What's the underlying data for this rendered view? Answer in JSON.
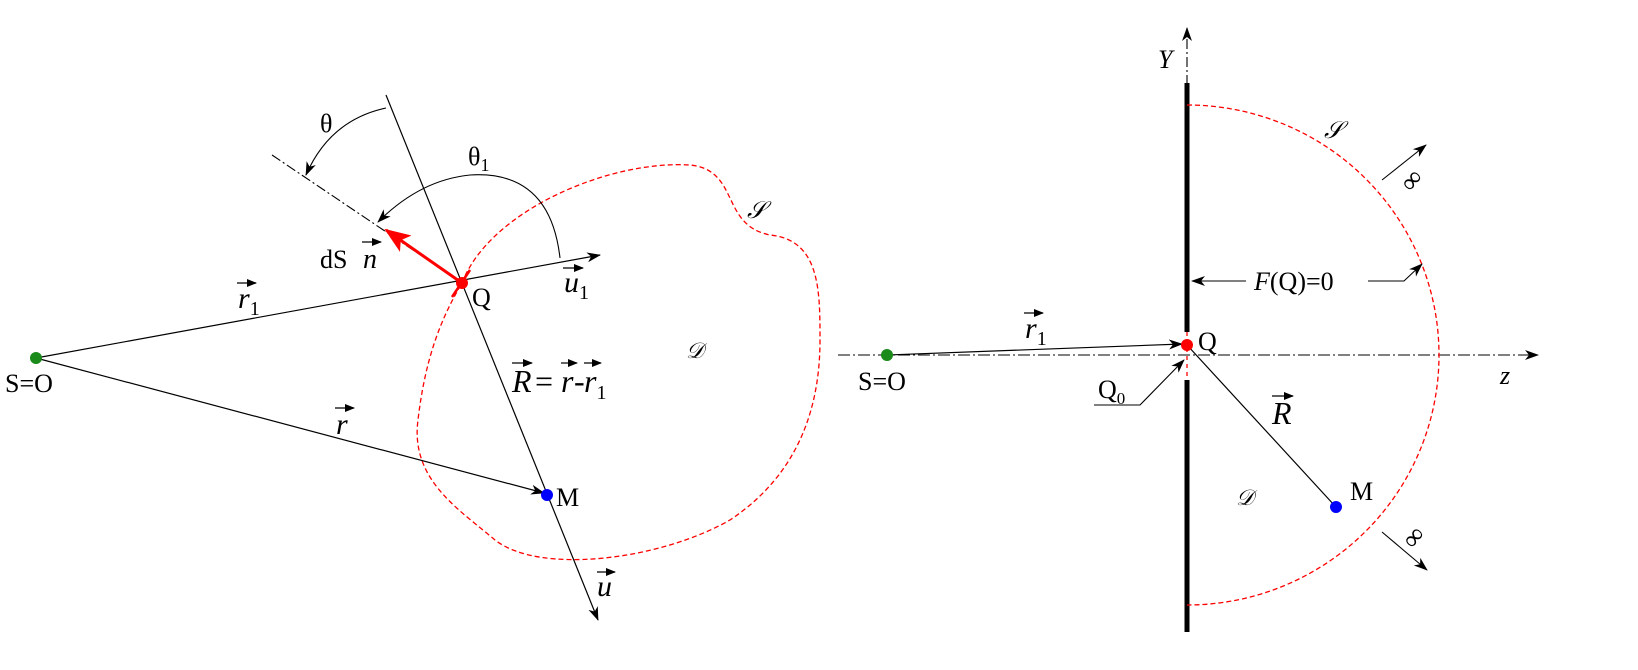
{
  "left_figure": {
    "source_label": "S=O",
    "point_q_label": "Q",
    "point_m_label": "M",
    "surface_label": "𝒮",
    "domain_label": "𝒟",
    "theta_label": "θ",
    "theta1_label": "θ",
    "theta1_sub": "1",
    "ds_label": "dS",
    "vec_r1": "r",
    "vec_r1_sub": "1",
    "vec_r": "r",
    "vec_u1": "u",
    "vec_u1_sub": "1",
    "vec_n": "n",
    "vec_u": "u",
    "vec_R_eq_R": "R",
    "vec_R_eq_eq": "=",
    "vec_R_eq_r": "r",
    "vec_R_eq_minus": "-",
    "vec_R_eq_r1": "r",
    "vec_R_eq_r1_sub": "1"
  },
  "right_figure": {
    "source_label": "S=O",
    "point_q_label": "Q",
    "point_q0_label": "Q",
    "point_q0_sub": "0",
    "point_m_label": "M",
    "surface_label": "𝒮",
    "domain_label": "𝒟",
    "axis_y_label": "Y",
    "axis_z_label": "z",
    "infinity_top": "∞",
    "infinity_bottom": "∞",
    "condition_F": "F",
    "condition_rest": "(Q)=0",
    "vec_r1": "r",
    "vec_r1_sub": "1",
    "vec_R": "R"
  },
  "colors": {
    "source": "#1a8a1a",
    "point_q": "#ff0000",
    "point_m": "#0000ff",
    "surface": "#ff0000",
    "normal_vector": "#ff0000",
    "lines": "#000000"
  }
}
